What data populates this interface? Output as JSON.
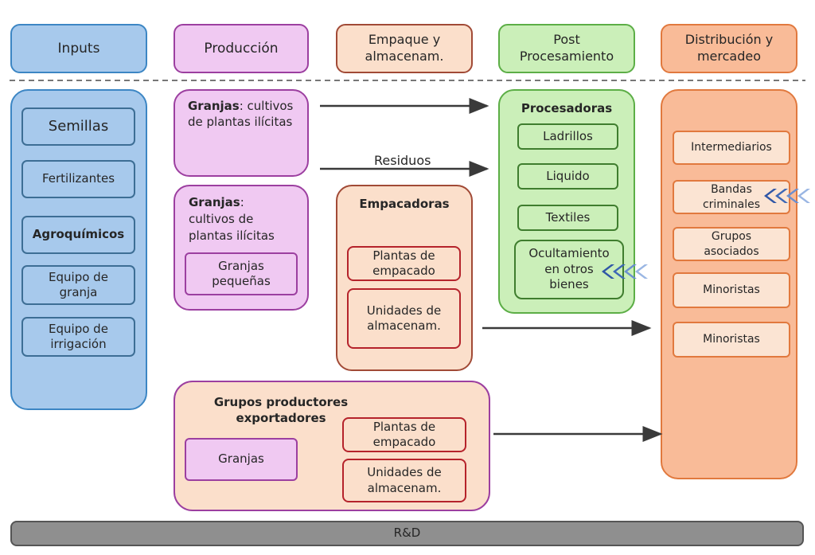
{
  "headers": {
    "inputs": "Inputs",
    "produccion": "Producción",
    "empaque": "Empaque y almacenam.",
    "post": "Post Procesamiento",
    "distribucion": "Distribución y mercadeo"
  },
  "inputs": {
    "semillas": "Semillas",
    "fertilizantes": "Fertilizantes",
    "agroquimicos": "Agroquímicos",
    "equipo_granja": "Equipo de granja",
    "equipo_irrigacion": "Equipo de irrigación"
  },
  "produccion": {
    "granjas1_bold": "Granjas",
    "granjas1_rest": ": cultivos de plantas ilícitas",
    "granjas2_bold": "Granjas",
    "granjas2_rest": ": cultivos de plantas ilícitas",
    "granjas_pequenas": "Granjas pequeñas"
  },
  "residuos": "Residuos",
  "empacadoras": {
    "title": "Empacadoras",
    "plantas": "Plantas de empacado",
    "unidades": "Unidades de almacenam."
  },
  "procesadoras": {
    "title": "Procesadoras",
    "ladrillos": "Ladrillos",
    "liquido": "Liquido",
    "textiles": "Textiles",
    "ocultamiento": "Ocultamiento en otros bienes"
  },
  "distribucion": {
    "intermediarios": "Intermediarios",
    "bandas": "Bandas criminales",
    "grupos": "Grupos asociados",
    "minoristas1": "Minoristas",
    "minoristas2": "Minoristas"
  },
  "exportadores": {
    "title": "Grupos productores exportadores",
    "granjas": "Granjas",
    "plantas": "Plantas de empacado",
    "unidades": "Unidades de almacenam."
  },
  "rd": "R&D",
  "colors": {
    "arrow": "#3a3a3a",
    "chevron": "#2f56a6",
    "chevron_light": "#9ab6e3"
  }
}
